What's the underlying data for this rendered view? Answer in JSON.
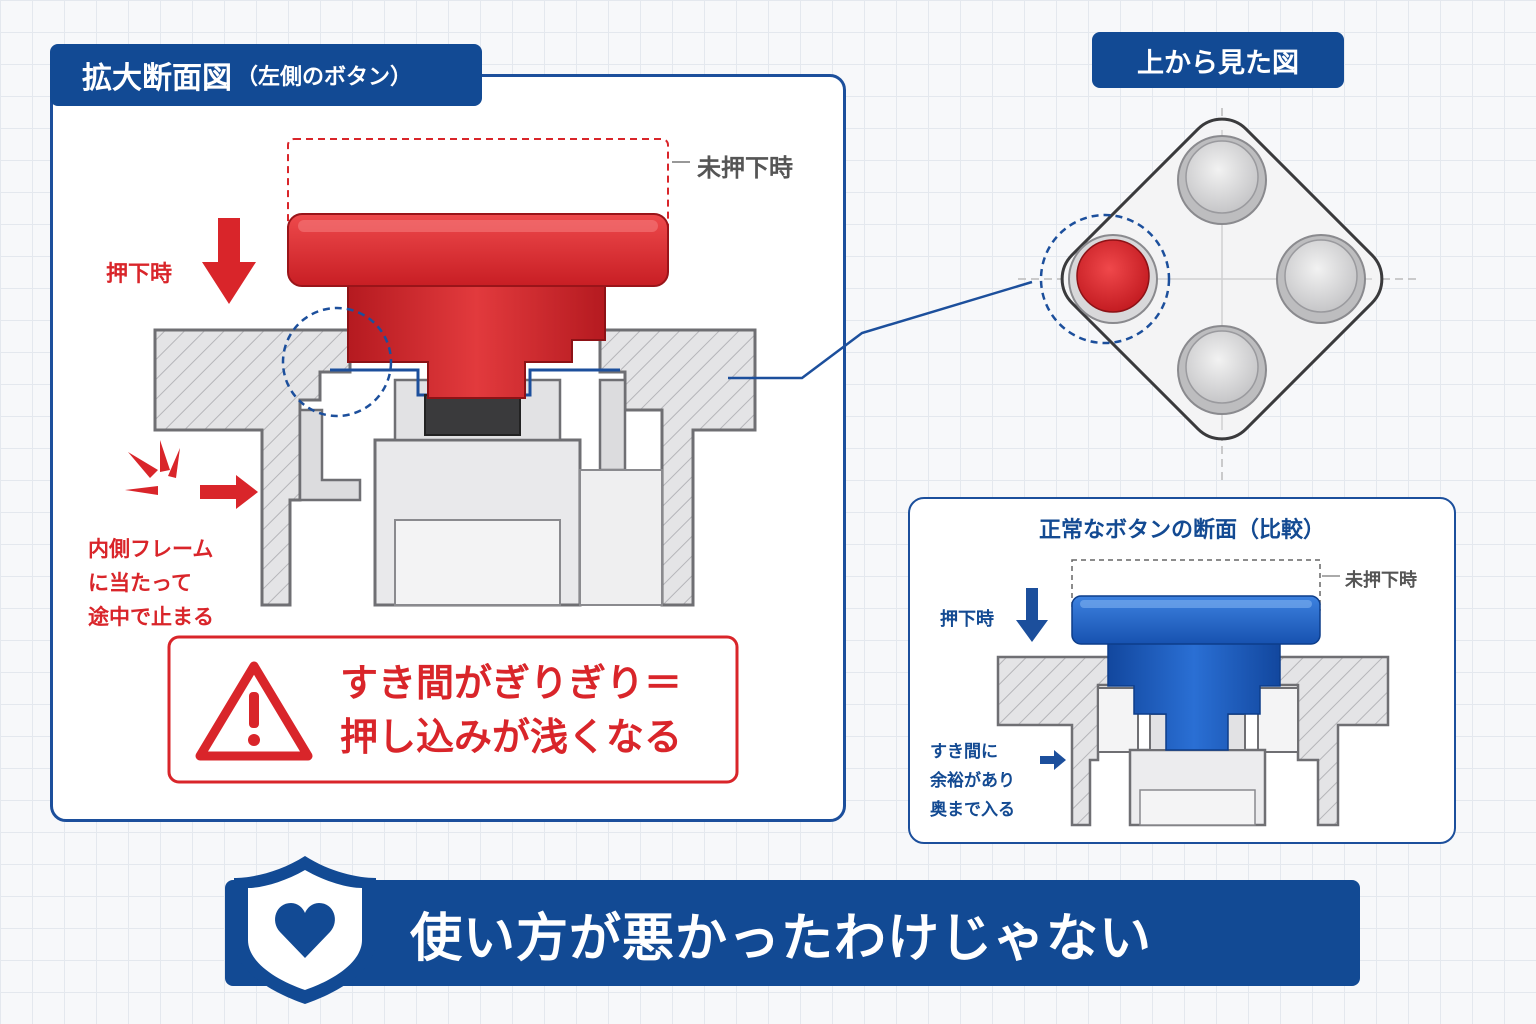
{
  "main_panel": {
    "title": "拡大断面図",
    "title_sub": "（左側のボタン）",
    "unpressed_label": "未押下時",
    "pressed_label": "押下時",
    "frame_note": [
      "内側フレーム",
      "に当たって",
      "途中で止まる"
    ],
    "warning": {
      "line1": "すき間がぎりぎり＝",
      "line2": "押し込みが浅くなる",
      "icon": "warning-triangle-icon"
    },
    "button_color": "#d92b2f"
  },
  "top_view": {
    "title": "上から見た図",
    "highlight_color": "#e0262b"
  },
  "compare_panel": {
    "title": "正常なボタンの断面（比較）",
    "unpressed_label": "未押下時",
    "pressed_label": "押下時",
    "gap_note": [
      "すき間に",
      "余裕があり",
      "奥まで入る"
    ],
    "button_color": "#1a62c6"
  },
  "banner": {
    "text": "使い方が悪かったわけじゃない",
    "icon": "shield-heart-icon",
    "color": "#124a94"
  }
}
